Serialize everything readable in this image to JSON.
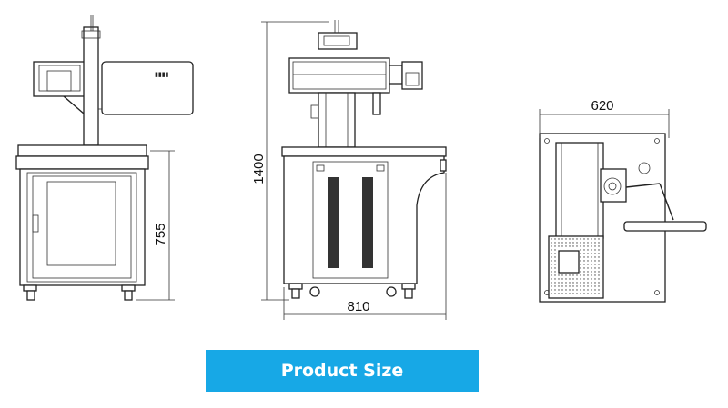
{
  "dimensions": {
    "front_height": "755",
    "side_height": "1400",
    "side_width": "810",
    "top_width": "620"
  },
  "banner": {
    "label": "Product Size",
    "color": "#17a8e6"
  }
}
